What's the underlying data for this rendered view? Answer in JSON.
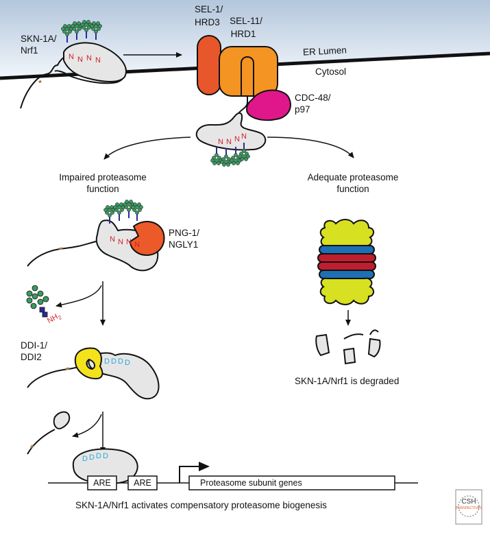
{
  "labels": {
    "skn1a_top_1": "SKN-1A/",
    "skn1a_top_2": "Nrf1",
    "sel1_1": "SEL-1/",
    "sel1_2": "HRD3",
    "sel11_1": "SEL-11/",
    "sel11_2": "HRD1",
    "er_lumen": "ER Lumen",
    "cytosol": "Cytosol",
    "cdc48_1": "CDC-48/",
    "cdc48_2": "p97",
    "impaired_1": "Impaired proteasome",
    "impaired_2": "function",
    "adequate_1": "Adequate proteasome",
    "adequate_2": "function",
    "png1_1": "PNG-1/",
    "png1_2": "NGLY1",
    "ddi1_1": "DDI-1/",
    "ddi1_2": "DDI2",
    "nh2": "NH",
    "nh2_sub": "2",
    "degraded": "SKN-1A/Nrf1 is degraded",
    "are_1": "ARE",
    "are_2": "ARE",
    "genes": "Proteasome subunit genes",
    "activates": "SKN-1A/Nrf1 activates compensatory proteasome biogenesis",
    "logo_1": "CSH",
    "logo_2": "PERSPECTIVES"
  },
  "glyphs": {
    "n_residue": "N",
    "d_residue": "D"
  },
  "colors": {
    "er_gradient_top": "#bccde0",
    "sel1": "#e8562c",
    "hrd1": "#f39423",
    "cdc48": "#e0178a",
    "png1": "#ec5a2a",
    "ddi1": "#f4e21c",
    "proteasome_cap": "#d7e021",
    "proteasome_blue": "#1f6fb4",
    "proteasome_red": "#bf1e2e",
    "glycan": "#3a9a60",
    "asn_red": "#d42027",
    "asp_blue": "#2aa6e0",
    "protein_fill": "#e6e6e6"
  }
}
